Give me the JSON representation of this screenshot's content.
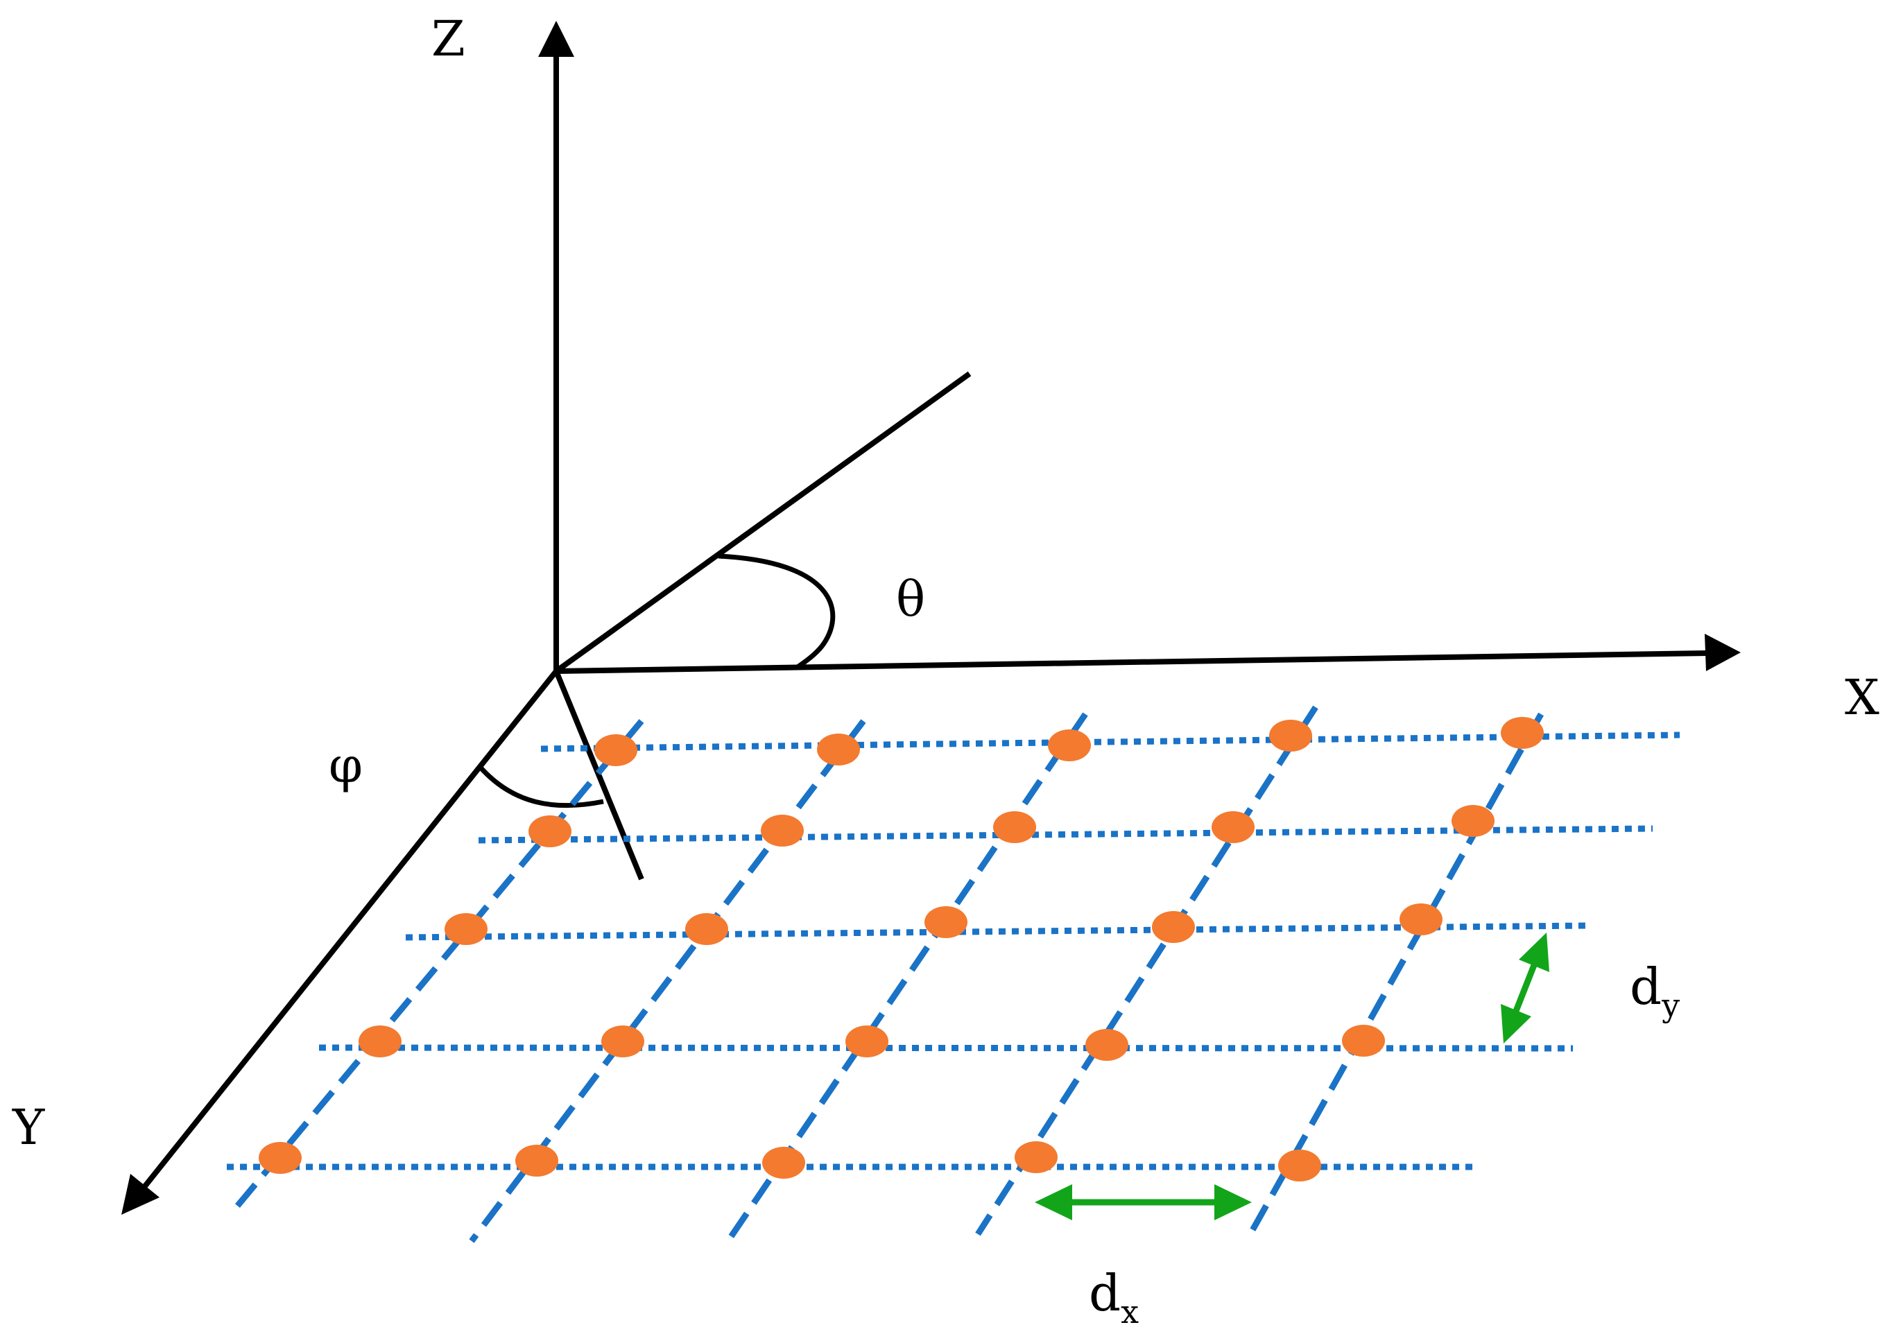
{
  "labels": {
    "z_axis": "Z",
    "x_axis": "X",
    "y_axis": "Y",
    "theta": "θ",
    "phi": "φ",
    "dx_main": "d",
    "dx_sub": "x",
    "dy_main": "d",
    "dy_sub": "y"
  },
  "colors": {
    "axis": "#000000",
    "grid_lines": "#1a73c6",
    "elements": "#f37a2f",
    "spacing_arrows": "#12a51a"
  },
  "grid": {
    "rows": 5,
    "columns": 5
  }
}
